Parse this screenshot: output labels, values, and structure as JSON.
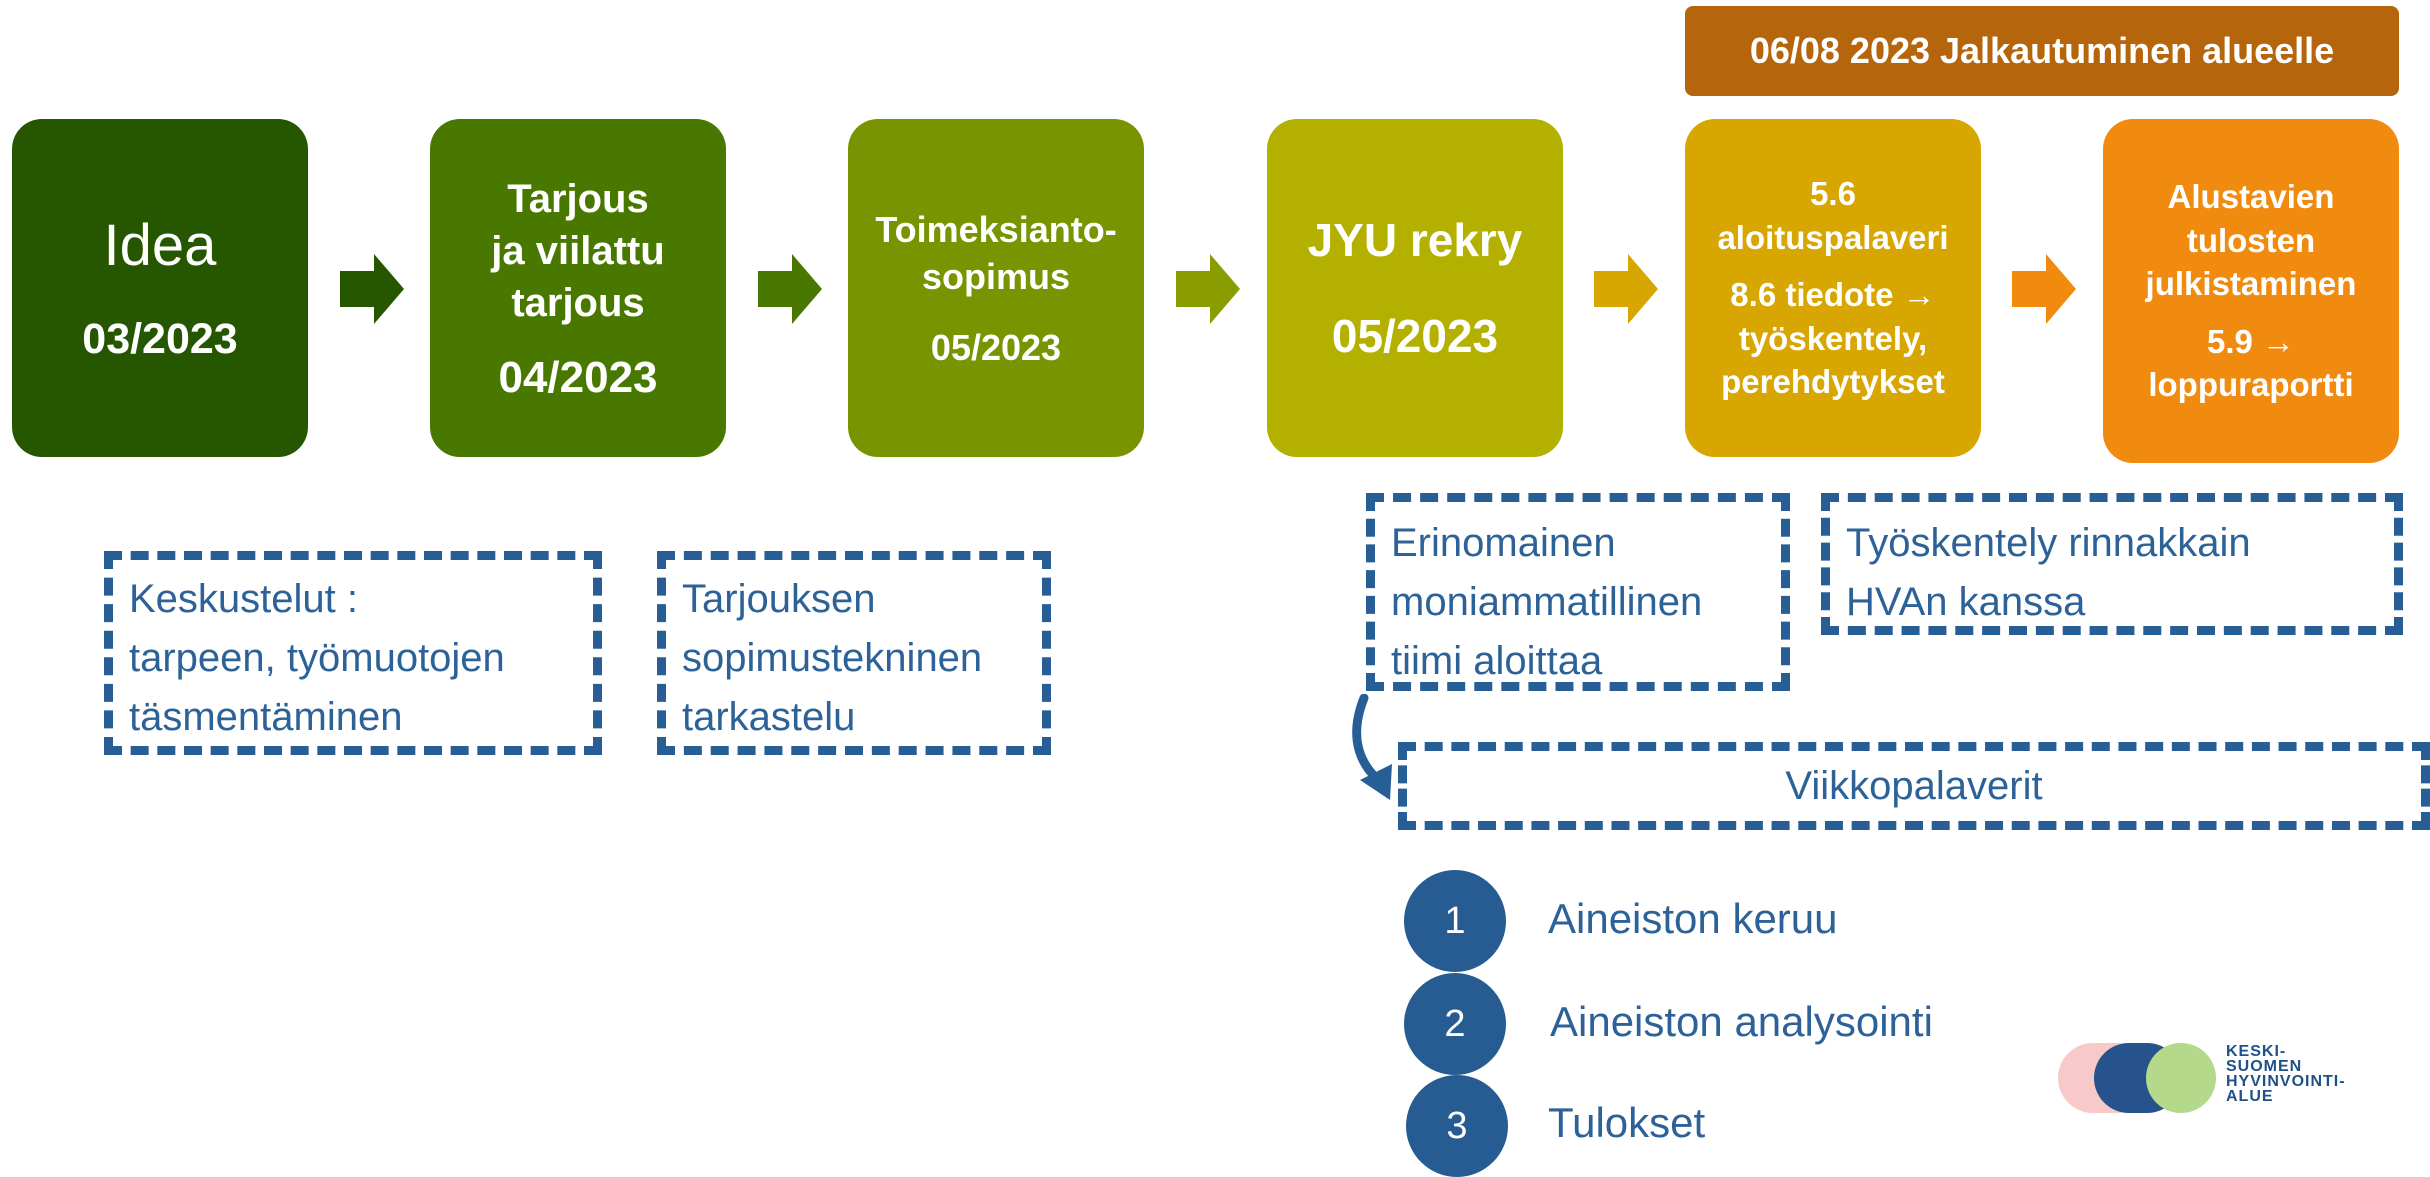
{
  "banner": "06/08 2023 Jalkautuminen alueelle",
  "steps": [
    {
      "title": "Idea",
      "date": "03/2023"
    },
    {
      "title_lines": [
        "Tarjous",
        "ja viilattu",
        "tarjous"
      ],
      "date": "04/2023"
    },
    {
      "title_lines": [
        "Toimeksianto-",
        "sopimus"
      ],
      "date": "05/2023"
    },
    {
      "title": "JYU rekry",
      "date": "05/2023"
    },
    {
      "lines": [
        "5.6",
        "aloituspalaveri"
      ],
      "lines2": [
        "8.6 tiedote →",
        "työskentely,",
        "perehdytykset"
      ]
    },
    {
      "lines": [
        "Alustavien",
        "tulosten",
        "julkistaminen"
      ],
      "lines2": [
        "5.9  →",
        "loppuraportti"
      ]
    }
  ],
  "notes": {
    "keskustelut": [
      "Keskustelut :",
      "tarpeen, työmuotojen",
      "täsmentäminen"
    ],
    "tarjouksen": [
      "Tarjouksen",
      "sopimustekninen",
      "tarkastelu"
    ],
    "tiimi": [
      "Erinomainen",
      "moniammatillinen",
      "tiimi aloittaa"
    ],
    "rinnakkain": [
      "Työskentely rinnakkain",
      "HVAn kanssa"
    ],
    "viikko": "Viikkopalaverit"
  },
  "list": [
    {
      "num": "1",
      "label": "Aineiston keruu"
    },
    {
      "num": "2",
      "label": "Aineiston analysointi"
    },
    {
      "num": "3",
      "label": "Tulokset"
    }
  ],
  "logo": {
    "lines": [
      "KESKI-",
      "SUOMEN",
      "HYVINVOINTI-",
      "ALUE"
    ]
  },
  "colors": {
    "step1": "#265700",
    "step2": "#497800",
    "step3": "#789400",
    "step4": "#b3b000",
    "step5": "#d7a600",
    "step6": "#f08b10",
    "banner": "#b5660c",
    "dashed": "#285e96",
    "circle": "#275c93"
  }
}
